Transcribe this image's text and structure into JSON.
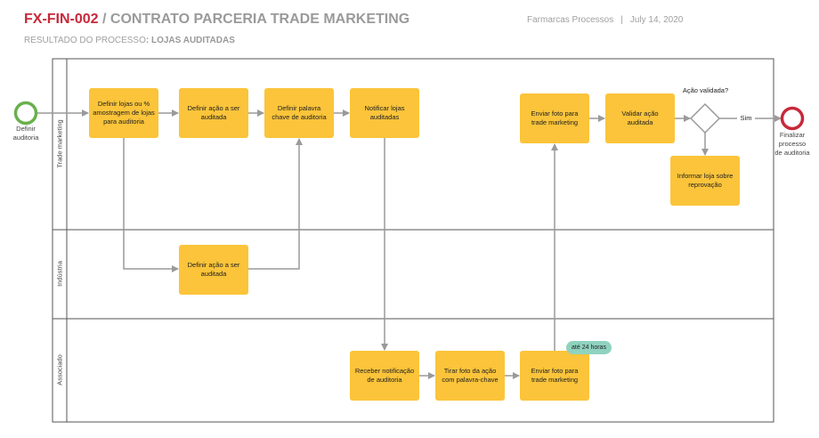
{
  "header": {
    "code": "FX-FIN-002",
    "title": " / CONTRATO PARCERIA TRADE MARKETING",
    "subtitle_prefix": "RESULTADO DO PROCESSO",
    "subtitle_value": ": LOJAS AUDITADAS",
    "organization": "Farmarcas Processos",
    "separator": "|",
    "date": "July 14, 2020"
  },
  "lanes": [
    "Trade marketing",
    "Indústria",
    "Associado"
  ],
  "events": {
    "start": "Definir auditoria",
    "end": "Finalizar processo de auditoria"
  },
  "tasks": {
    "t1": "Definir lojas ou % amostragem de lojas para auditoria",
    "t2": "Definir ação a ser auditada",
    "t3": "Definir palavra chave de auditoria",
    "t4": "Notificar lojas auditadas",
    "t5": "Enviar foto para trade marketing",
    "t6": "Validar ação auditada",
    "t7": "Informar loja sobre reprovação",
    "i1": "Definir ação a ser auditada",
    "a1": "Receber notificação de auditoria",
    "a2": "Tirar foto da ação com palavra-chave",
    "a3": "Enviar foto para trade marketing"
  },
  "gateway": {
    "question": "Ação validada?",
    "yes": "Sim"
  },
  "badge": "até 24 horas",
  "colors": {
    "task": "#fbc43a",
    "start": "#6ab04c",
    "end": "#c8283a",
    "badge": "#8fd3bf"
  }
}
